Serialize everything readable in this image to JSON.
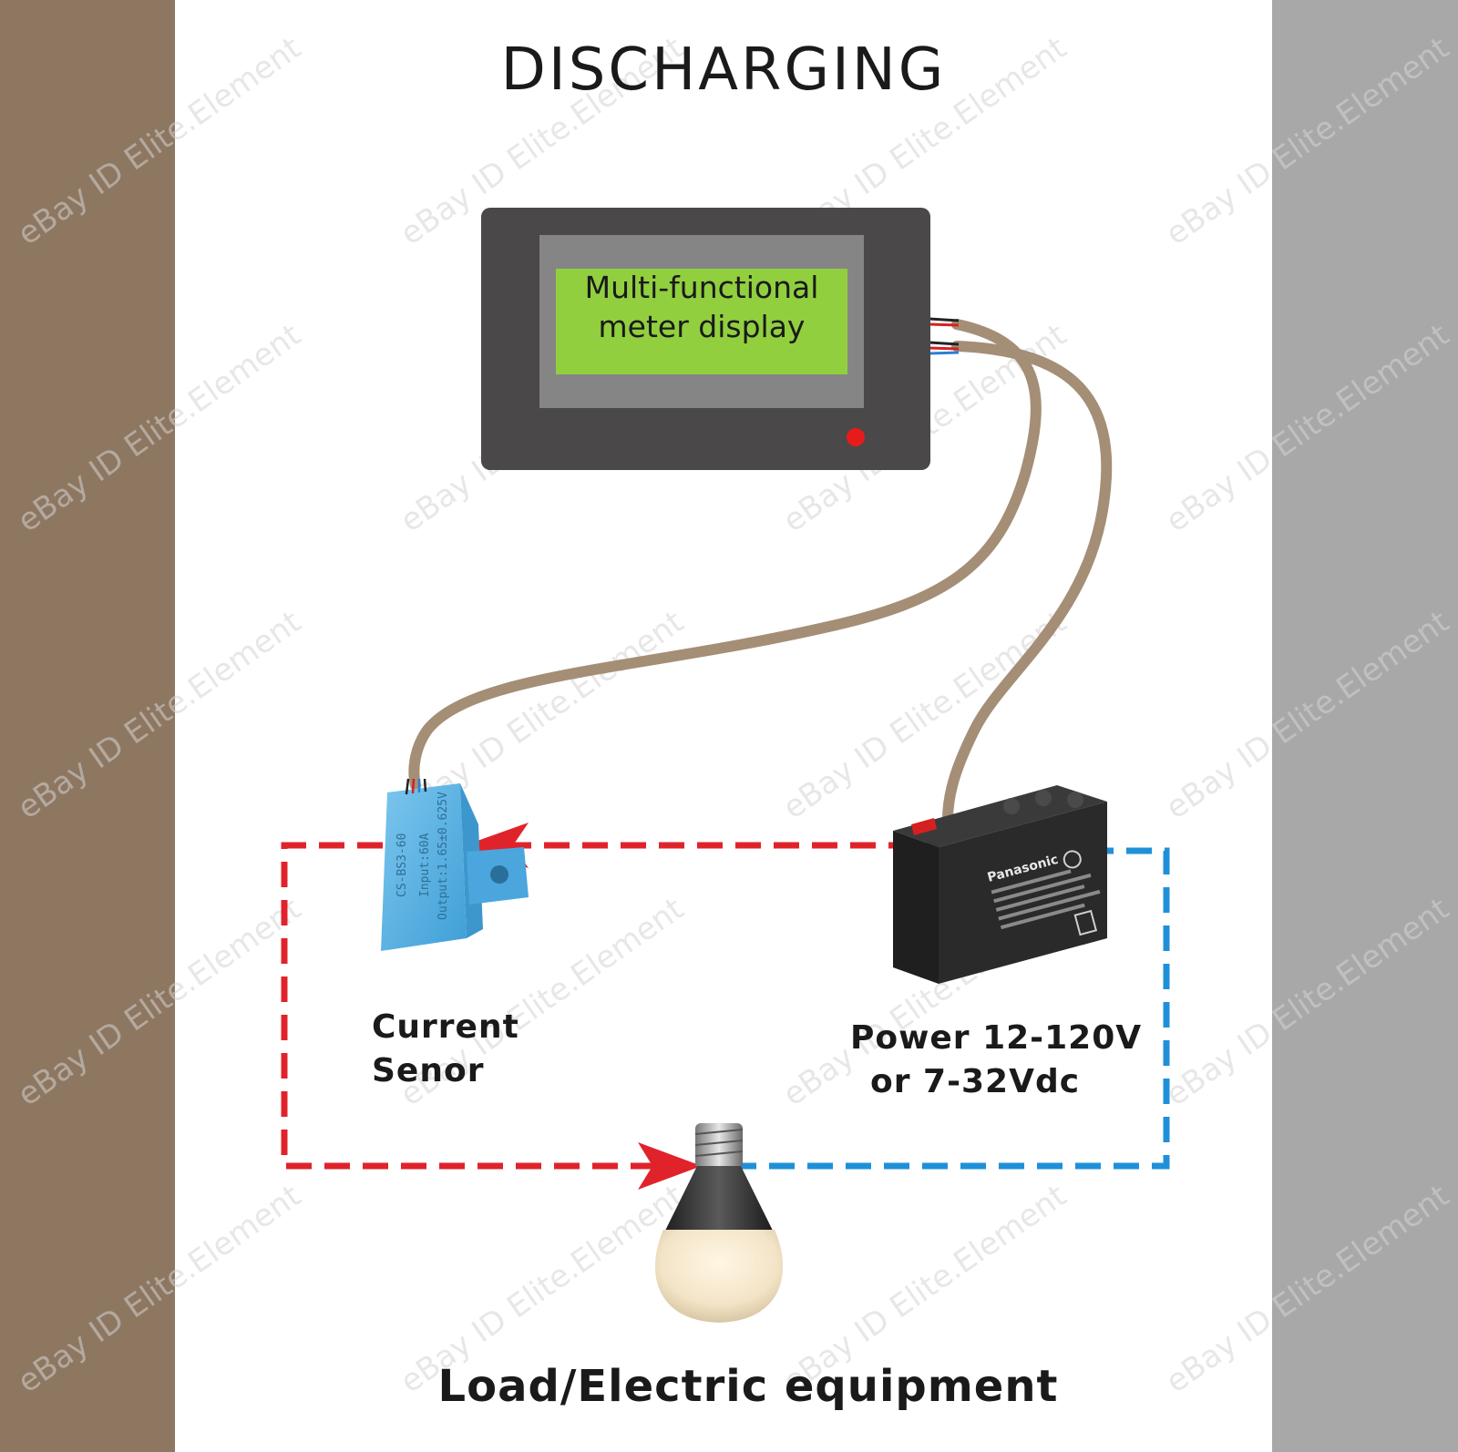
{
  "title": "DISCHARGING",
  "meter": {
    "line1": "Multi-functional",
    "line2": "meter display"
  },
  "current_sensor": {
    "line1": "Current",
    "line2": "Senor",
    "body_text": [
      "CS-BS3-60",
      "Input:60A",
      "Output:1.65±0.625V"
    ]
  },
  "power": {
    "line1": "Power 12-120V",
    "line2": "or 7-32Vdc",
    "battery_brand": "Panasonic"
  },
  "load": {
    "label": "Load/Electric equipment"
  },
  "watermark": "eBay ID Elite.Element",
  "colors": {
    "left_band": "#8d7760",
    "right_band": "#a8a8a8",
    "cable": "#a58e76",
    "meter_body": "#4a4848",
    "lcd": "#91cf3f",
    "negative_path": "#e0232b",
    "positive_path": "#1f90d8",
    "sensor": "#5fb4e6"
  }
}
